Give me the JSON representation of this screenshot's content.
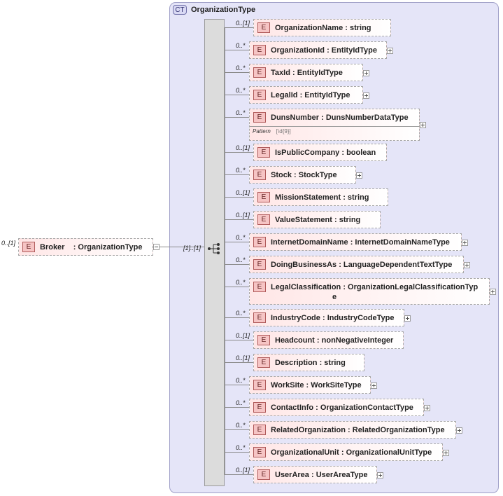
{
  "complex_type": {
    "badge": "CT",
    "name": "OrganizationType"
  },
  "root": {
    "badge": "E",
    "name": "Broker",
    "type": ": OrganizationType",
    "cardinality": "0..[1]"
  },
  "sequence": {
    "cardinality": "[1]..[1]"
  },
  "elements": [
    {
      "badge": "E",
      "name": "OrganizationName",
      "type": ": string",
      "cardinality": "0..[1]",
      "expandable": false
    },
    {
      "badge": "E",
      "name": "OrganizationId",
      "type": ": EntityIdType",
      "cardinality": "0..*",
      "expandable": true
    },
    {
      "badge": "E",
      "name": "TaxId",
      "type": ": EntityIdType",
      "cardinality": "0..*",
      "expandable": true
    },
    {
      "badge": "E",
      "name": "LegalId",
      "type": ": EntityIdType",
      "cardinality": "0..*",
      "expandable": true
    },
    {
      "badge": "E",
      "name": "DunsNumber",
      "type": ": DunsNumberDataType",
      "cardinality": "0..*",
      "expandable": true,
      "pattern_label": "Pattern",
      "pattern_value": "[\\d{9}]"
    },
    {
      "badge": "E",
      "name": "IsPublicCompany",
      "type": ": boolean",
      "cardinality": "0..[1]",
      "expandable": false
    },
    {
      "badge": "E",
      "name": "Stock",
      "type": ": StockType",
      "cardinality": "0..*",
      "expandable": true
    },
    {
      "badge": "E",
      "name": "MissionStatement",
      "type": ": string",
      "cardinality": "0..[1]",
      "expandable": false
    },
    {
      "badge": "E",
      "name": "ValueStatement",
      "type": ": string",
      "cardinality": "0..[1]",
      "expandable": false
    },
    {
      "badge": "E",
      "name": "InternetDomainName",
      "type": ": InternetDomainNameType",
      "cardinality": "0..*",
      "expandable": true
    },
    {
      "badge": "E",
      "name": "DoingBusinessAs",
      "type": ": LanguageDependentTextType",
      "cardinality": "0..*",
      "expandable": true
    },
    {
      "badge": "E",
      "name": "LegalClassification",
      "type": ": OrganizationLegalClassificationTyp",
      "type_wrap": "e",
      "cardinality": "0..*",
      "expandable": true
    },
    {
      "badge": "E",
      "name": "IndustryCode",
      "type": ": IndustryCodeType",
      "cardinality": "0..*",
      "expandable": true
    },
    {
      "badge": "E",
      "name": "Headcount",
      "type": ": nonNegativeInteger",
      "cardinality": "0..[1]",
      "expandable": false
    },
    {
      "badge": "E",
      "name": "Description",
      "type": ": string",
      "cardinality": "0..[1]",
      "expandable": false
    },
    {
      "badge": "E",
      "name": "WorkSite",
      "type": ": WorkSiteType",
      "cardinality": "0..*",
      "expandable": true
    },
    {
      "badge": "E",
      "name": "ContactInfo",
      "type": ": OrganizationContactType",
      "cardinality": "0..*",
      "expandable": true
    },
    {
      "badge": "E",
      "name": "RelatedOrganization",
      "type": ": RelatedOrganizationType",
      "cardinality": "0..*",
      "expandable": true
    },
    {
      "badge": "E",
      "name": "OrganizationalUnit",
      "type": ": OrganizationalUnitType",
      "cardinality": "0..*",
      "expandable": true
    },
    {
      "badge": "E",
      "name": "UserArea",
      "type": ": UserAreaType",
      "cardinality": "0..[1]",
      "expandable": true
    }
  ]
}
